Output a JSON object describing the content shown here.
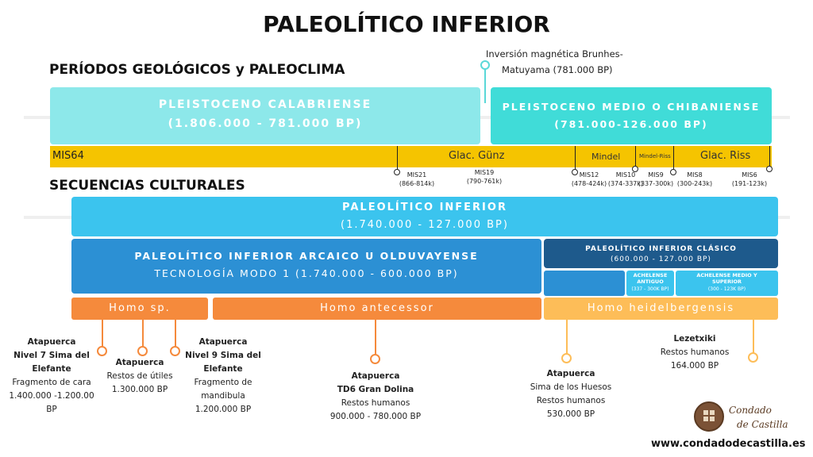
{
  "title": "PALEOLÍTICO INFERIOR",
  "geo_heading": "PERÍODOS GEOLÓGICOS y PALEOCLIMA",
  "cult_heading": "SECUENCIAS CULTURALES",
  "inversion": {
    "line1": "Inversión magnética Brunhes-",
    "line2": "Matuyama (781.000 BP)"
  },
  "calabriense": {
    "name": "PLEISTOCENO CALABRIENSE",
    "dates": "(1.806.000 - 781.000 BP)"
  },
  "chibaniense": {
    "name": "PLEISTOCENO MEDIO O CHIBANIENSE",
    "dates": "(781.000-126.000 BP)"
  },
  "mis_band": {
    "start": "MIS64",
    "gunz": "Glac. Günz",
    "mindel": "Mindel",
    "mindel_riss": "Mindel-Riss",
    "riss": "Glac. Riss"
  },
  "mis_markers": [
    {
      "name": "MIS21",
      "range": "(866-814k)"
    },
    {
      "name": "MIS19",
      "range": "(790-761k)"
    },
    {
      "name": "MIS12",
      "range": "(478-424k)"
    },
    {
      "name": "MIS10",
      "range": "(374-337k)"
    },
    {
      "name": "MIS9",
      "range": "(337-300k)"
    },
    {
      "name": "MIS8",
      "range": "(300-243k)"
    },
    {
      "name": "MIS6",
      "range": "(191-123k)"
    }
  ],
  "pal_inferior": {
    "name": "PALEOLÍTICO INFERIOR",
    "dates": "(1.740.000 - 127.000 BP)"
  },
  "arcaico": {
    "name": "PALEOLÍTICO INFERIOR ARCAICO U OLDUVAYENSE",
    "tech": "TECNOLOGÍA MODO 1 (1.740.000 - 600.000 BP)"
  },
  "clasico": {
    "name": "PALEOLÍTICO INFERIOR CLÁSICO",
    "dates": "(600.000 - 127.000 BP)"
  },
  "achelense_antiguo": {
    "line1": "ACHELENSE",
    "line2": "ANTIGUO",
    "dates": "(337 - 300K BP)"
  },
  "achelense_medio": {
    "line1": "ACHELENSE MEDIO Y",
    "line2": "SUPERIOR",
    "dates": "(300 - 123K BP)"
  },
  "homo": {
    "sp": "Homo sp.",
    "antecessor": "Homo antecessor",
    "heidelbergensis": "Homo heidelbergensis"
  },
  "sites": [
    {
      "l1": "Atapuerca",
      "l2": "Nivel 7 Sima del",
      "l3": "Elefante",
      "l4": "Fragmento de cara",
      "l5": "1.400.000 -1.200.00 BP"
    },
    {
      "l1": "Atapuerca",
      "l2": "Restos de útiles",
      "l3": "1.300.000 BP"
    },
    {
      "l1": "Atapuerca",
      "l2": "Nivel 9 Sima del",
      "l3": "Elefante",
      "l4": "Fragmento de",
      "l5": "mandibula",
      "l6": "1.200.000 BP"
    },
    {
      "l1": "Atapuerca",
      "l2": "TD6 Gran Dolina",
      "l3": "Restos humanos",
      "l4": "900.000 - 780.000 BP"
    },
    {
      "l1": "Atapuerca",
      "l2": "Sima de los Huesos",
      "l3": "Restos humanos",
      "l4": "530.000 BP"
    },
    {
      "l1": "Lezetxiki",
      "l2": "Restos humanos",
      "l3": "164.000 BP"
    }
  ],
  "logo": {
    "line1": "Condado",
    "line2": "de Castilla"
  },
  "website": "www.condadodecastilla.es",
  "colors": {
    "calabriense": "#8de8ea",
    "chibaniense": "#40dcd8",
    "mis_band": "#f5c400",
    "pal_inferior": "#3bc4ee",
    "arcaico": "#2c90d4",
    "clasico": "#1e5a8c",
    "achelense": "#3bc4ee",
    "homo_sp": "#f58a3c",
    "homo_heidelbergensis": "#fdbd58",
    "pin_orange": "#f58a3c",
    "pin_light": "#fdbd58"
  }
}
